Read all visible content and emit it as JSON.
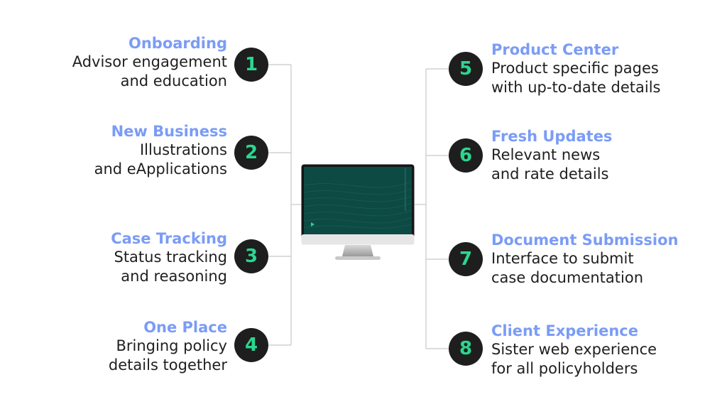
{
  "features": [
    {
      "number": "1",
      "title": "Onboarding",
      "line1": "Advisor engagement",
      "line2": "and education"
    },
    {
      "number": "2",
      "title": "New Business",
      "line1": "Illustrations",
      "line2": "and eApplications"
    },
    {
      "number": "3",
      "title": "Case Tracking",
      "line1": "Status tracking",
      "line2": "and reasoning"
    },
    {
      "number": "4",
      "title": "One Place",
      "line1": "Bringing policy",
      "line2": "details together"
    },
    {
      "number": "5",
      "title": "Product Center",
      "line1": "Product specific pages",
      "line2": "with up-to-date details"
    },
    {
      "number": "6",
      "title": "Fresh Updates",
      "line1": "Relevant news",
      "line2": "and rate details"
    },
    {
      "number": "7",
      "title": "Document Submission",
      "line1": "Interface to submit",
      "line2": "case documentation"
    },
    {
      "number": "8",
      "title": "Client Experience",
      "line1": "Sister web experience",
      "line2": "for all policyholders"
    }
  ],
  "colors": {
    "title": "#7b9cf6",
    "badge_bg": "#1e1e1e",
    "badge_number": "#2bd68f",
    "screen": "#0d4a43",
    "connector": "#c8c8c8"
  },
  "icons": {
    "center": "desktop-monitor-icon",
    "cursor": "play-cursor-icon"
  }
}
